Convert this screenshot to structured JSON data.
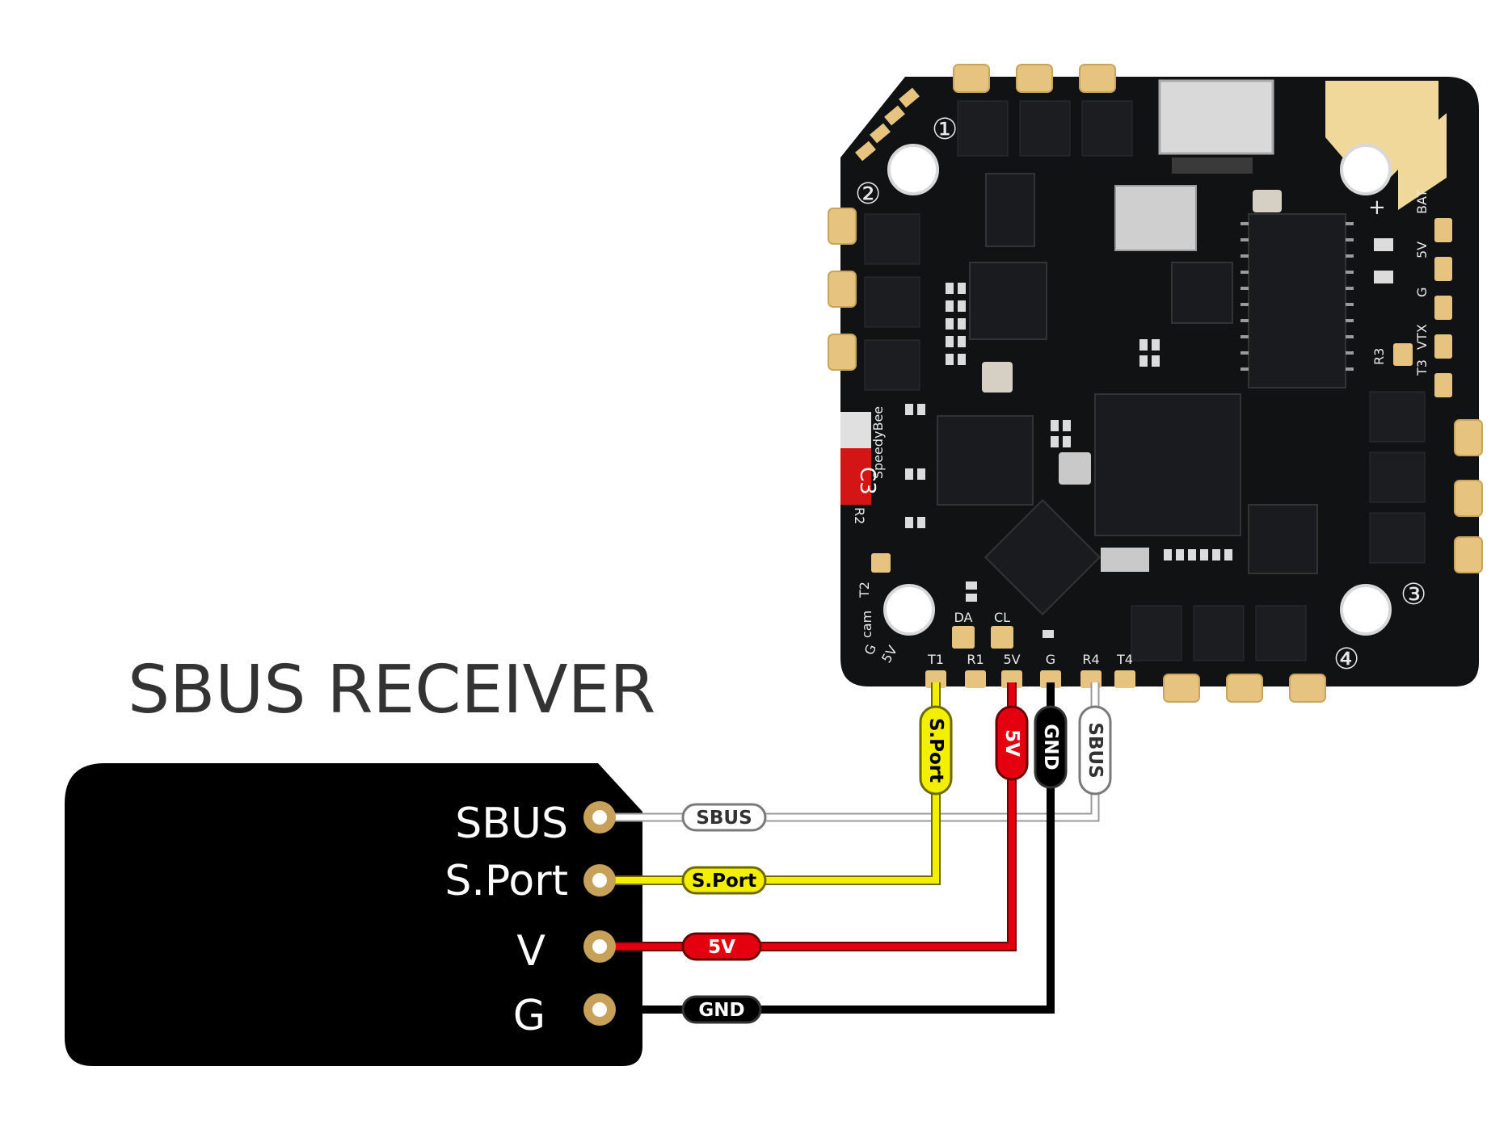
{
  "title": "SBUS RECEIVER",
  "board": {
    "brand": "SpeedyBee",
    "corner_numbers": [
      "①",
      "②",
      "③",
      "④"
    ],
    "component_labels": [
      "C3",
      "R2"
    ],
    "top_right_labels": [
      "+",
      "BAT",
      "5V",
      "G",
      "VTX",
      "T3",
      "R3"
    ],
    "left_labels": [
      "T2",
      "cam",
      "G",
      "5V"
    ],
    "bottom_pads": [
      "T1",
      "R1",
      "5V",
      "G",
      "R4",
      "T4"
    ],
    "top_pads": [
      "DA",
      "CL"
    ]
  },
  "receiver": {
    "pins": [
      "SBUS",
      "S.Port",
      "V",
      "G"
    ]
  },
  "wires": [
    {
      "id": "sbus",
      "color": "#ffffff",
      "tag": "SBUS",
      "from_pin": "SBUS",
      "to_pad": "R4"
    },
    {
      "id": "sport",
      "color": "#f2ef00",
      "tag": "S.Port",
      "from_pin": "S.Port",
      "to_pad": "T1"
    },
    {
      "id": "5v",
      "color": "#e4000f",
      "tag": "5V",
      "from_pin": "V",
      "to_pad": "5V"
    },
    {
      "id": "gnd",
      "color": "#000000",
      "tag": "GND",
      "from_pin": "G",
      "to_pad": "G"
    }
  ]
}
